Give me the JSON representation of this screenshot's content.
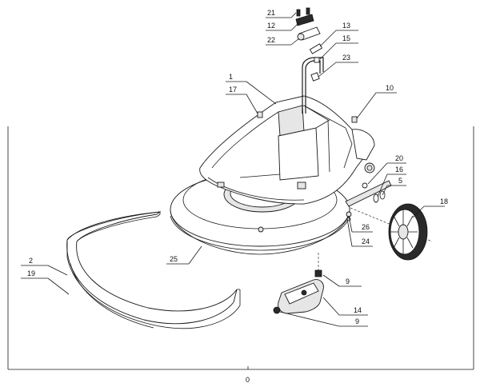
{
  "diagram": {
    "bottom_label": "0",
    "callouts": [
      {
        "id": "c21",
        "number": "21"
      },
      {
        "id": "c12",
        "number": "12"
      },
      {
        "id": "c22",
        "number": "22"
      },
      {
        "id": "c13",
        "number": "13"
      },
      {
        "id": "c15",
        "number": "15"
      },
      {
        "id": "c23",
        "number": "23"
      },
      {
        "id": "c1",
        "number": "1"
      },
      {
        "id": "c17",
        "number": "17"
      },
      {
        "id": "c10",
        "number": "10"
      },
      {
        "id": "c20",
        "number": "20"
      },
      {
        "id": "c16",
        "number": "16"
      },
      {
        "id": "c5",
        "number": "5"
      },
      {
        "id": "c18",
        "number": "18"
      },
      {
        "id": "c26",
        "number": "26"
      },
      {
        "id": "c24",
        "number": "24"
      },
      {
        "id": "c2",
        "number": "2"
      },
      {
        "id": "c19",
        "number": "19"
      },
      {
        "id": "c25",
        "number": "25"
      },
      {
        "id": "c9a",
        "number": "9"
      },
      {
        "id": "c14",
        "number": "14"
      },
      {
        "id": "c9b",
        "number": "9"
      }
    ]
  }
}
